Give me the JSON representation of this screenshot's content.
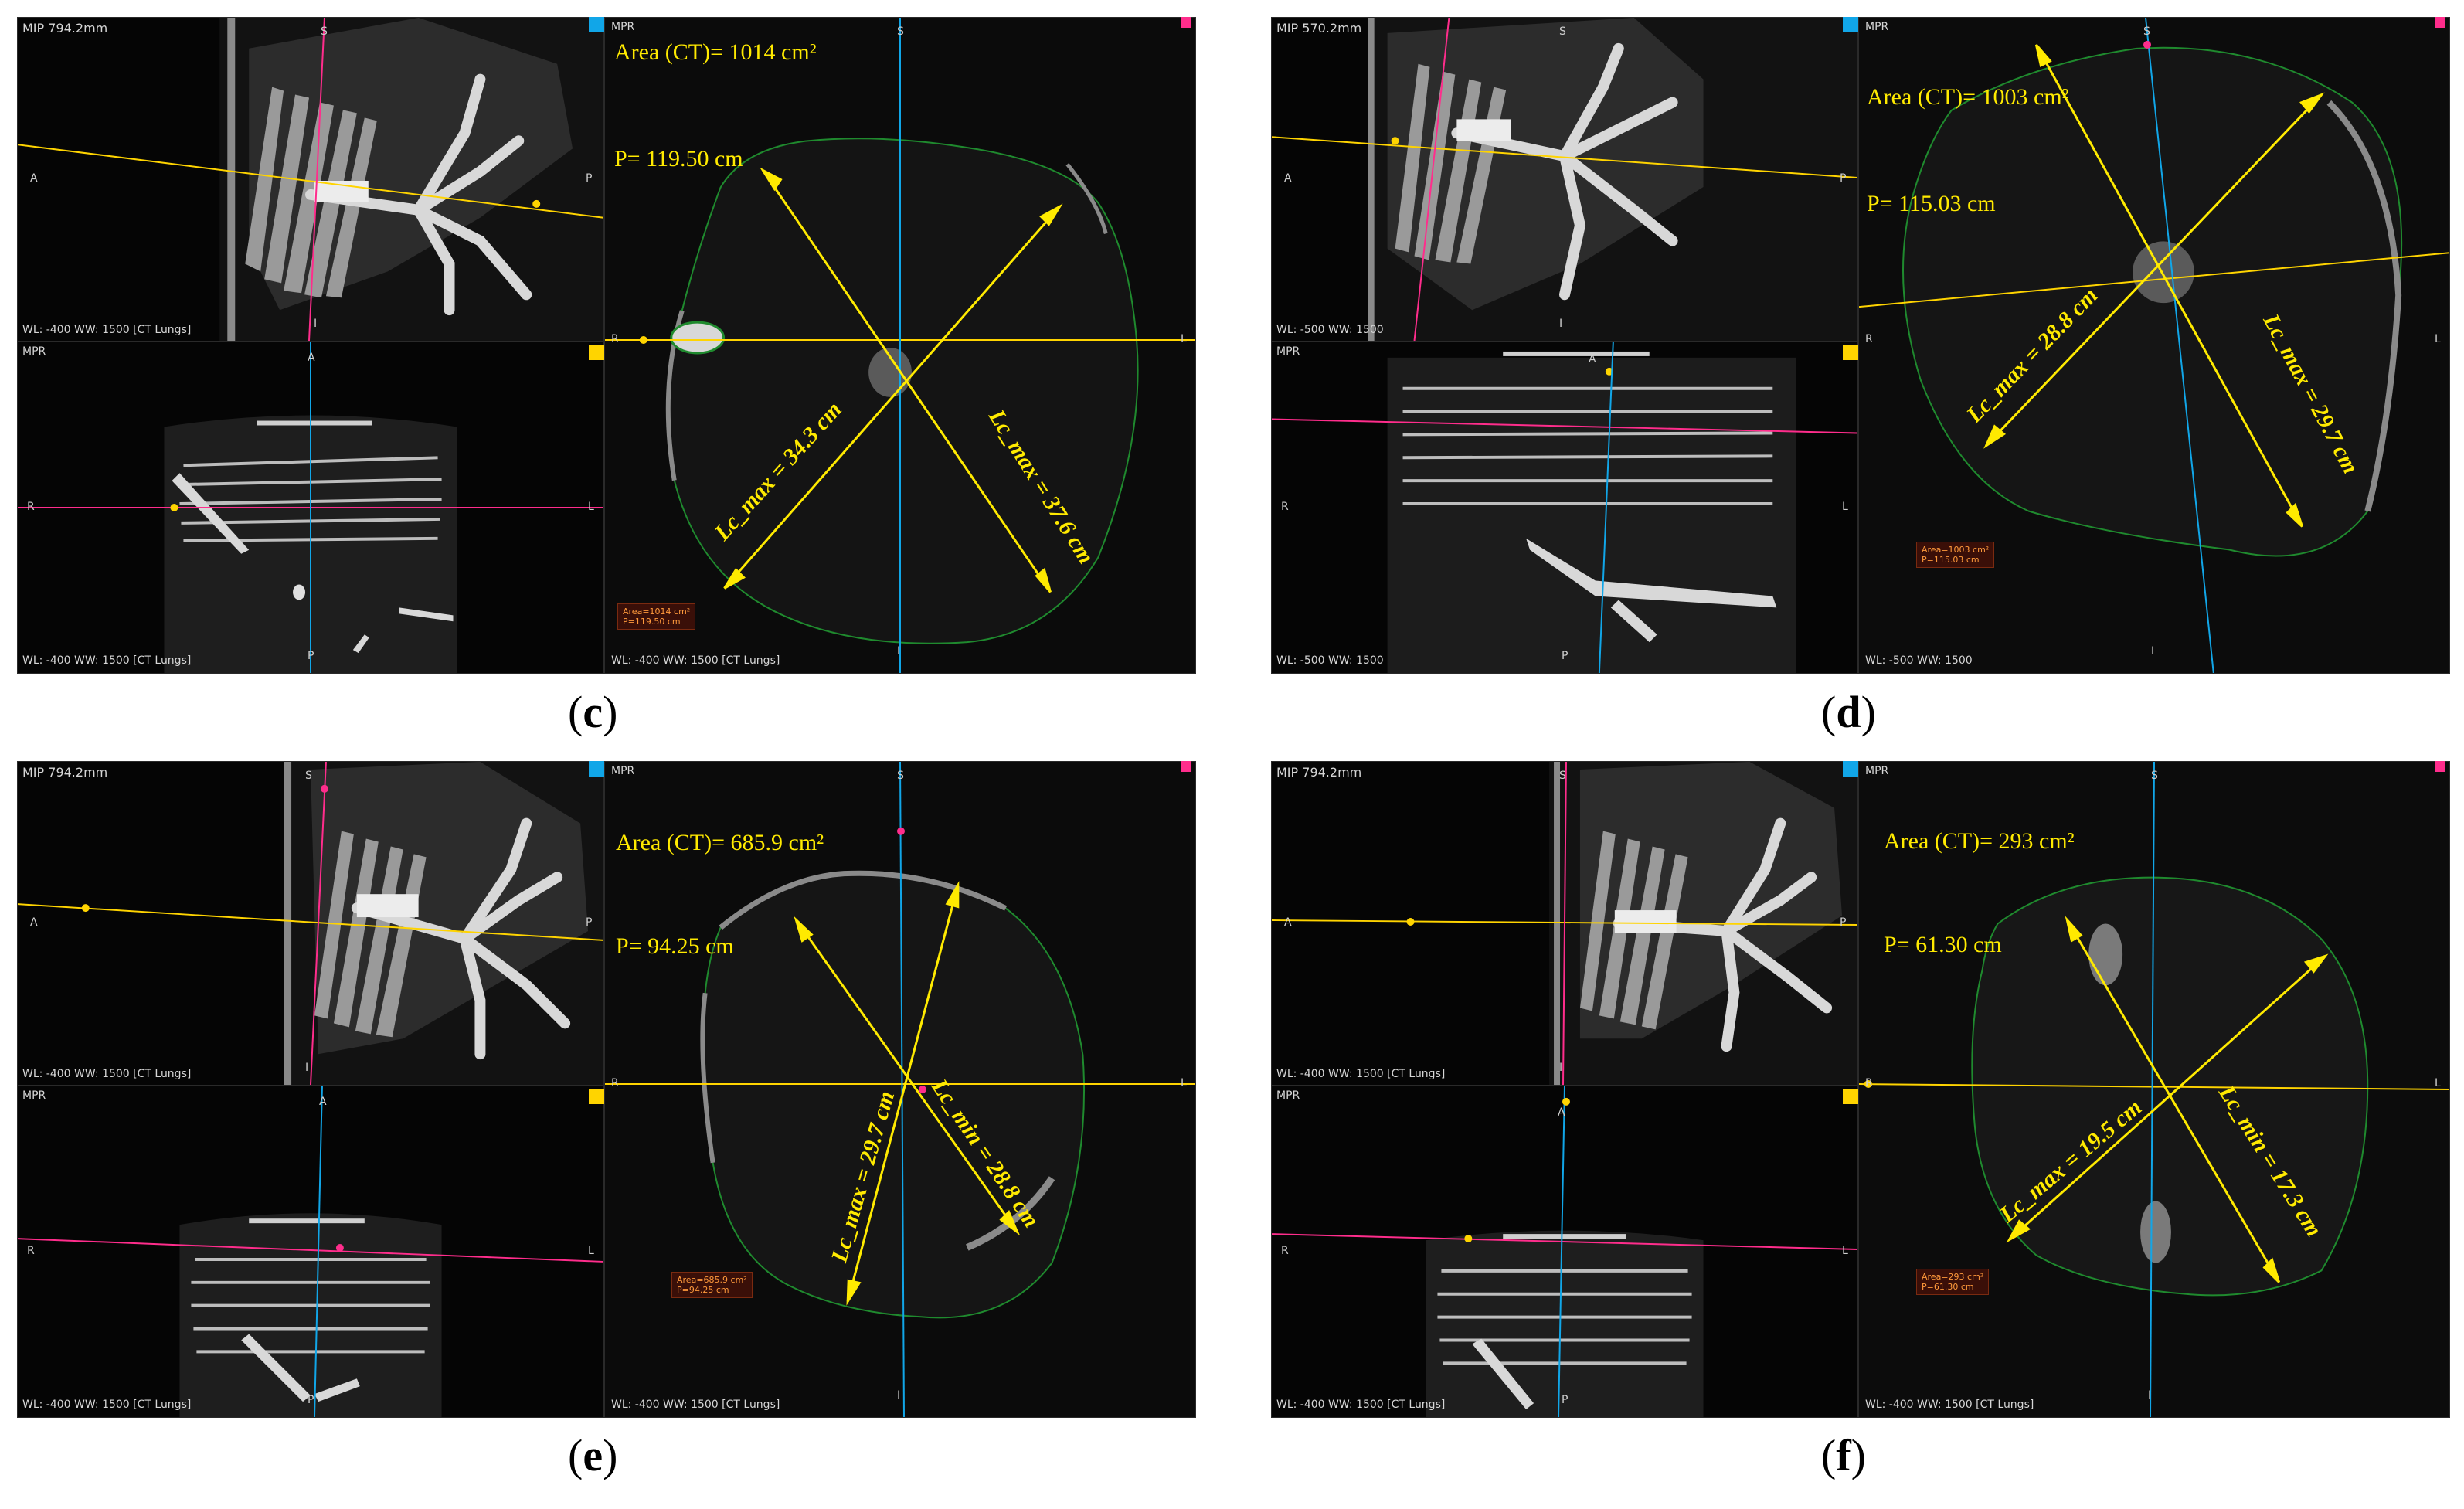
{
  "panels": [
    {
      "id": "c",
      "caption_open": "(",
      "caption_letter": "c",
      "caption_close": ")",
      "mip_label": "MIP 794.2mm",
      "mpr_label_top": "MPR",
      "mpr_label_bottom": "MPR",
      "wl_top": "WL: -400 WW: 1500 [CT Lungs]",
      "wl_bottom": "WL: -400 WW: 1500 [CT Lungs]",
      "wl_main": "WL: -400 WW: 1500 [CT Lungs]",
      "area_text": "Area (CT)= 1014 cm²",
      "perimeter_text": "P= 119.50 cm",
      "measure1": "Lc_max = 34.3 cm",
      "measure2": "Lc_max = 37.6 cm",
      "info_area": "Area=1014 cm²",
      "info_p": "P=119.50 cm",
      "orient": {
        "s1": "S",
        "a1": "A",
        "p1": "P",
        "i1": "I",
        "a2": "A",
        "r2": "R",
        "l2": "L",
        "p2": "P",
        "s3": "S",
        "r3": "R",
        "l3": "L",
        "i3": "I"
      }
    },
    {
      "id": "d",
      "caption_open": "(",
      "caption_letter": "d",
      "caption_close": ")",
      "mip_label": "MIP 570.2mm",
      "mpr_label_top": "MPR",
      "mpr_label_bottom": "MPR",
      "wl_top": "WL: -500 WW: 1500",
      "wl_bottom": "WL: -500 WW: 1500",
      "wl_main": "WL: -500 WW: 1500",
      "area_text": "Area (CT)= 1003 cm²",
      "perimeter_text": "P= 115.03 cm",
      "measure1": "Lc_max = 28.8 cm",
      "measure2": "Lc_max = 29.7 cm",
      "info_area": "Area=1003 cm²",
      "info_p": "P=115.03 cm",
      "orient": {
        "s1": "S",
        "a1": "A",
        "p1": "P",
        "i1": "I",
        "a2": "A",
        "r2": "R",
        "l2": "L",
        "p2": "P",
        "s3": "S",
        "r3": "R",
        "l3": "L",
        "i3": "I"
      }
    },
    {
      "id": "e",
      "caption_open": "(",
      "caption_letter": "e",
      "caption_close": ")",
      "mip_label": "MIP 794.2mm",
      "mpr_label_top": "MPR",
      "mpr_label_bottom": "MPR",
      "wl_top": "WL: -400 WW: 1500 [CT Lungs]",
      "wl_bottom": "WL: -400 WW: 1500 [CT Lungs]",
      "wl_main": "WL: -400 WW: 1500 [CT Lungs]",
      "area_text": "Area (CT)= 685.9 cm²",
      "perimeter_text": "P= 94.25 cm",
      "measure1": "Lc_max = 29.7 cm",
      "measure2": "Lc_min = 28.8 cm",
      "info_area": "Area=685.9 cm²",
      "info_p": "P=94.25 cm",
      "orient": {
        "s1": "S",
        "a1": "A",
        "p1": "P",
        "i1": "I",
        "a2": "A",
        "r2": "R",
        "l2": "L",
        "p2": "P",
        "s3": "S",
        "r3": "R",
        "l3": "L",
        "i3": "I"
      }
    },
    {
      "id": "f",
      "caption_open": "(",
      "caption_letter": "f",
      "caption_close": ")",
      "mip_label": "MIP 794.2mm",
      "mpr_label_top": "MPR",
      "mpr_label_bottom": "MPR",
      "wl_top": "WL: -400 WW: 1500 [CT Lungs]",
      "wl_bottom": "WL: -400 WW: 1500 [CT Lungs]",
      "wl_main": "WL: -400 WW: 1500 [CT Lungs]",
      "area_text": "Area (CT)= 293 cm²",
      "perimeter_text": "P= 61.30 cm",
      "measure1": "Lc_max = 19.5 cm",
      "measure2": "Lc_min = 17.3 cm",
      "info_area": "Area=293 cm²",
      "info_p": "P=61.30 cm",
      "orient": {
        "s1": "S",
        "a1": "A",
        "p1": "P",
        "i1": "I",
        "a2": "A",
        "r2": "R",
        "l2": "L",
        "p2": "P",
        "s3": "S",
        "r3": "R",
        "l3": "L",
        "i3": "I"
      }
    }
  ],
  "colors": {
    "crosshair_yellow": "#ffd400",
    "crosshair_blue": "#11a6e8",
    "crosshair_pink": "#ff2d8c",
    "contour_green": "#1f8a2e",
    "arrow_yellow": "#ffea00"
  }
}
